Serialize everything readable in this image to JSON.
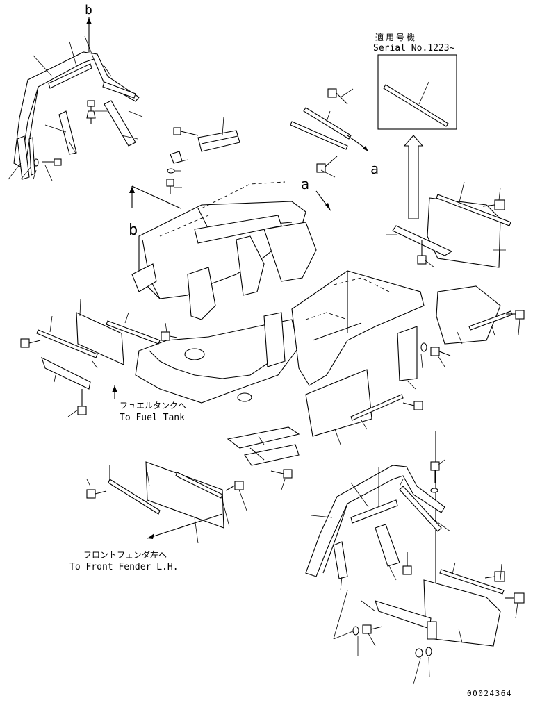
{
  "labels": {
    "serial_jp": "適用号機",
    "serial_en": "Serial No.1223~",
    "fuel_jp": "フュエルタンクへ",
    "fuel_en": "To Fuel Tank",
    "fender_jp": "フロントフェンダ左へ",
    "fender_en": "To Front Fender L.H.",
    "ref_a": "a",
    "ref_b": "b",
    "drawing_no": "00024364"
  },
  "colors": {
    "line": "#000000",
    "background": "#ffffff"
  }
}
